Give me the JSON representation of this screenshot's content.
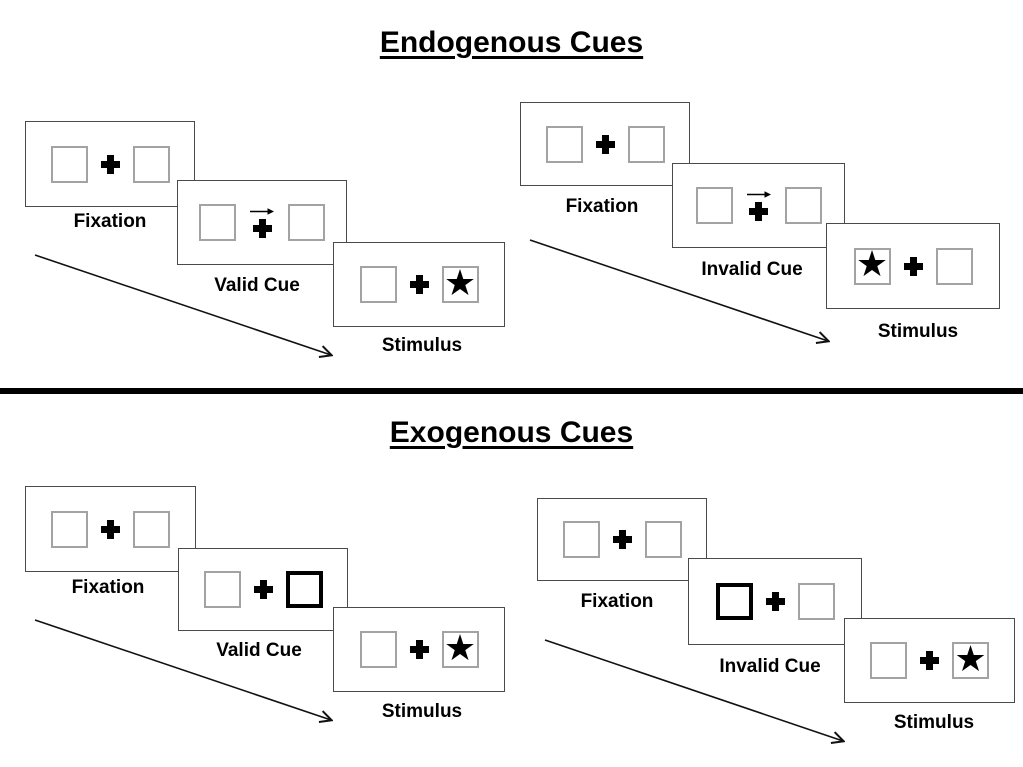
{
  "diagram": {
    "glyphs": {
      "star": "★"
    },
    "colors": {
      "background": "#ffffff",
      "ink": "#000000",
      "panel_border": "#4a4a4a",
      "box_border": "#a3a3a3"
    }
  },
  "sections": [
    {
      "title": "Endogenous Cues",
      "sequences": [
        {
          "type": "valid",
          "panels": {
            "fixation": "Fixation",
            "cue": "Valid Cue",
            "stimulus": "Stimulus"
          },
          "cue_kind": "central-arrow-right",
          "target_star_side": "right"
        },
        {
          "type": "invalid",
          "panels": {
            "fixation": "Fixation",
            "cue": "Invalid Cue",
            "stimulus": "Stimulus"
          },
          "cue_kind": "central-arrow-right",
          "target_star_side": "left"
        }
      ]
    },
    {
      "title": "Exogenous Cues",
      "sequences": [
        {
          "type": "valid",
          "panels": {
            "fixation": "Fixation",
            "cue": "Valid Cue",
            "stimulus": "Stimulus"
          },
          "cue_kind": "right-box-highlighted",
          "target_star_side": "right"
        },
        {
          "type": "invalid",
          "panels": {
            "fixation": "Fixation",
            "cue": "Invalid Cue",
            "stimulus": "Stimulus"
          },
          "cue_kind": "left-box-highlighted",
          "target_star_side": "right"
        }
      ]
    }
  ]
}
